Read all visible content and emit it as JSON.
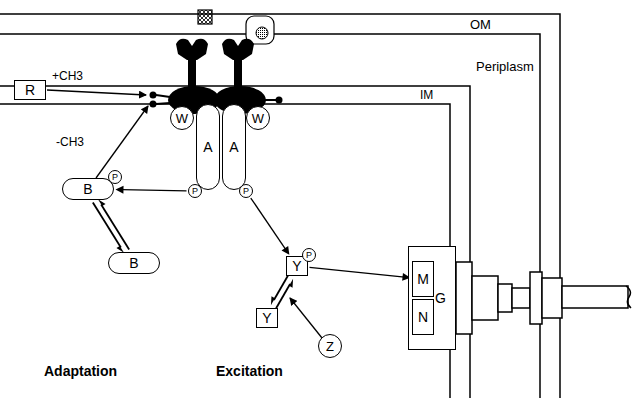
{
  "diagram": {
    "nodes": [
      {
        "text": [
          "R"
        ]
      },
      {
        "text": [
          "W"
        ]
      },
      {
        "text": [
          "W"
        ]
      },
      {
        "text": [
          "A"
        ]
      },
      {
        "text": [
          "A"
        ]
      },
      {
        "text": [
          "P"
        ]
      },
      {
        "text": [
          "P"
        ]
      },
      {
        "text": [
          "B"
        ]
      },
      {
        "text": [
          "P"
        ]
      },
      {
        "text": [
          "B"
        ]
      },
      {
        "text": [
          "Y"
        ]
      },
      {
        "text": [
          "P"
        ]
      },
      {
        "text": [
          "Y"
        ]
      },
      {
        "text": [
          "Z"
        ]
      },
      {
        "text": [
          "G"
        ]
      },
      {
        "text": [
          "M"
        ],
        "in": 14
      },
      {
        "text": [
          "N"
        ],
        "in": 14
      }
    ],
    "edges": [
      {
        "from": 5,
        "to": 7,
        "arrow": "to"
      },
      {
        "from": 7,
        "to": 9,
        "arrow": "to"
      },
      {
        "from": 9,
        "to": 7,
        "arrow": "to"
      },
      {
        "from": 6,
        "to": 10,
        "arrow": "to"
      },
      {
        "from": 10,
        "to": 12,
        "arrow": "to"
      },
      {
        "from": 12,
        "to": 10,
        "arrow": "to"
      },
      {
        "from": 10,
        "to": 15,
        "arrow": "to"
      }
    ],
    "labels": [
      "OM",
      "Periplasm",
      "IM",
      "+CH3",
      "-CH3",
      "Adaptation",
      "Excitation"
    ]
  }
}
